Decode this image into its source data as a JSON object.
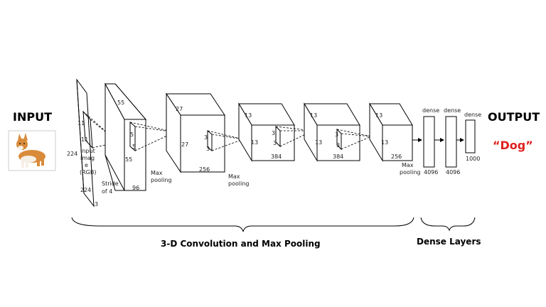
{
  "labels": {
    "input": "INPUT",
    "output": "OUTPUT",
    "output_class": "“Dog”",
    "conv_section": "3-D Convolution and Max Pooling",
    "dense_section": "Dense Layers"
  },
  "input_volume": {
    "height": "224",
    "width": "224",
    "depth": "3",
    "kernel_a": "11",
    "kernel_b": "11",
    "caption_line1": "Input",
    "caption_line2": "Imag",
    "caption_line3": "e",
    "caption_line4": "(RGB)",
    "stride_line1": "Stride",
    "stride_line2": "of 4"
  },
  "conv1": {
    "size": "55",
    "size2": "55",
    "depth": "96",
    "kernel_a": "5",
    "kernel_b": "5"
  },
  "pool1": {
    "line1": "Max",
    "line2": "pooling"
  },
  "conv2": {
    "size": "27",
    "size2": "27",
    "depth": "256",
    "kernel_a": "3",
    "kernel_b": "3"
  },
  "pool2": {
    "line1": "Max",
    "line2": "pooling"
  },
  "conv3": {
    "size": "13",
    "size2": "13",
    "depth": "384",
    "kernel_a": "3",
    "kernel_b": "3"
  },
  "conv4": {
    "size": "13",
    "size2": "13",
    "depth": "384",
    "kernel_a": "3",
    "kernel_b": "3"
  },
  "conv5": {
    "size": "13",
    "size2": "13",
    "depth": "256"
  },
  "pool3": {
    "line1": "Max",
    "line2": "pooling"
  },
  "dense": [
    {
      "title": "dense",
      "units": "4096"
    },
    {
      "title": "dense",
      "units": "4096"
    },
    {
      "title": "dense",
      "units": "1000"
    }
  ],
  "colors": {
    "output_class": "#e02020"
  }
}
